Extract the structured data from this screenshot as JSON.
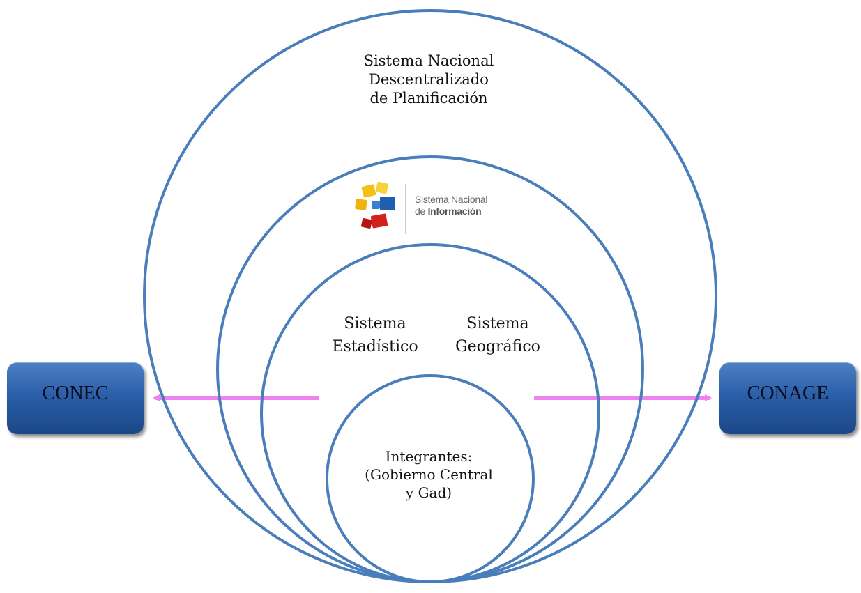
{
  "diagram": {
    "outer_circle": {
      "line1": "Sistema Nacional",
      "line2": "Descentralizado",
      "line3": "de Planificación"
    },
    "logo": {
      "line1": "Sistema Nacional",
      "line2_prefix": "de ",
      "line2_bold": "Información"
    },
    "statistical": {
      "line1": "Sistema",
      "line2": "Estadístico"
    },
    "geographic": {
      "line1": "Sistema",
      "line2": "Geográfico"
    },
    "members": {
      "line1": "Integrantes:",
      "line2": "(Gobierno Central",
      "line3": "y Gad)"
    },
    "left_box": "CONEC",
    "right_box": "CONAGE",
    "colors": {
      "circle_stroke": "#4a7ebb",
      "arrow": "#ee82ee",
      "box_fill": "#2b5fa8"
    }
  }
}
